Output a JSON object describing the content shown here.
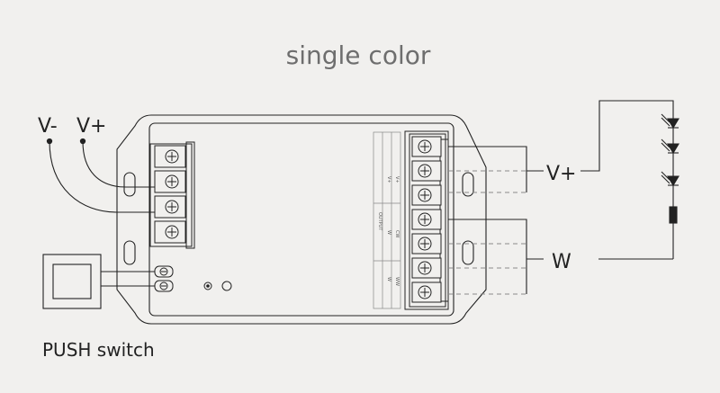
{
  "title": "single color",
  "labels": {
    "v_minus": "V-",
    "v_plus_in": "V+",
    "v_plus_out": "V+",
    "w": "W",
    "push_switch": "PUSH switch"
  },
  "strip_labels": {
    "top_a": "V+",
    "top_b": "V+",
    "mid_a": "OUTPUT",
    "mid_b": "W",
    "mid_c": "CW",
    "bot_a": "W",
    "bot_b": "WW"
  },
  "colors": {
    "background": "#f1f0ee",
    "line": "#222222",
    "title": "#6e6e6e",
    "dashed": "#8a8a8a"
  },
  "icons": [
    "screw-terminal-icon",
    "led-icon",
    "resistor-icon",
    "push-button-icon"
  ]
}
